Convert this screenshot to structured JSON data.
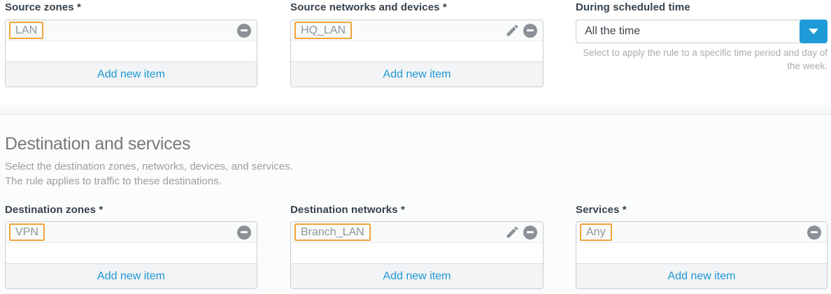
{
  "source": {
    "zones": {
      "label": "Source zones *",
      "items": [
        {
          "name": "LAN"
        }
      ],
      "add": "Add new item"
    },
    "networks": {
      "label": "Source networks and devices *",
      "items": [
        {
          "name": "HQ_LAN"
        }
      ],
      "add": "Add new item"
    },
    "schedule": {
      "label": "During scheduled time",
      "value": "All the time",
      "help": "Select to apply the rule to a specific time period and day of the week."
    }
  },
  "destination": {
    "heading": "Destination and services",
    "desc1": "Select the destination zones, networks, devices, and services.",
    "desc2": "The rule applies to traffic to these destinations.",
    "zones": {
      "label": "Destination zones *",
      "items": [
        {
          "name": "VPN"
        }
      ],
      "add": "Add new item"
    },
    "networks": {
      "label": "Destination networks *",
      "items": [
        {
          "name": "Branch_LAN"
        }
      ],
      "add": "Add new item"
    },
    "services": {
      "label": "Services *",
      "items": [
        {
          "name": "Any"
        }
      ],
      "add": "Add new item"
    }
  },
  "colors": {
    "accent_blue": "#1e9bd7",
    "link_blue": "#1c97d4",
    "tag_orange": "#eea63b",
    "icon_gray": "#8a9197",
    "label_dark": "#36424c"
  }
}
